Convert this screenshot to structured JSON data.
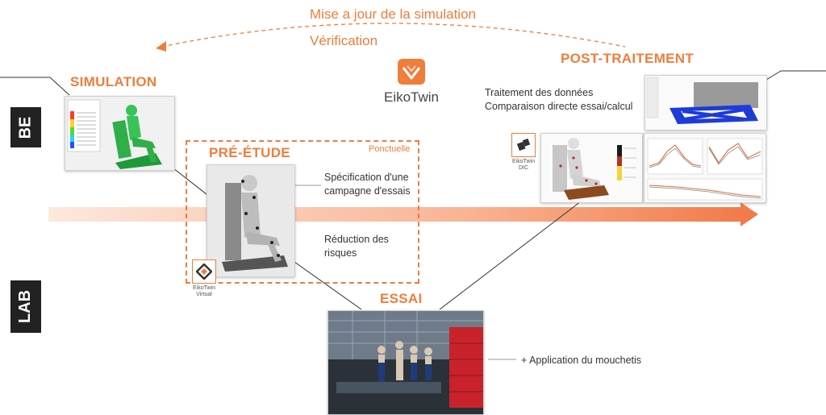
{
  "loop": {
    "top_label": "Mise a jour de la simulation",
    "bottom_label": "Vérification"
  },
  "brand": {
    "name": "EikoTwin"
  },
  "tags": {
    "be": "BE",
    "lab": "LAB"
  },
  "stages": {
    "simulation": {
      "title": "SIMULATION"
    },
    "pre_etude": {
      "title": "PRÉ-ÉTUDE",
      "badge": "Ponctuelle",
      "note_1": "Spécification d'une campagne d'essais",
      "note_2": "Réduction des risques",
      "logo_caption": "EikoTwin Virtual"
    },
    "post_traitement": {
      "title": "POST-TRAITEMENT",
      "note_line_1": "Traitement des données",
      "note_line_2": "Comparaison directe essai/calcul",
      "logo_caption": "EikoTwin DIC"
    },
    "essai": {
      "title": "ESSAI",
      "note": "+ Application du mouchetis"
    }
  },
  "colors": {
    "accent": "#ef7d3c",
    "arrow_start": "#fde3d6",
    "arrow_end": "#f27b4a",
    "tag_bg": "#222222"
  }
}
